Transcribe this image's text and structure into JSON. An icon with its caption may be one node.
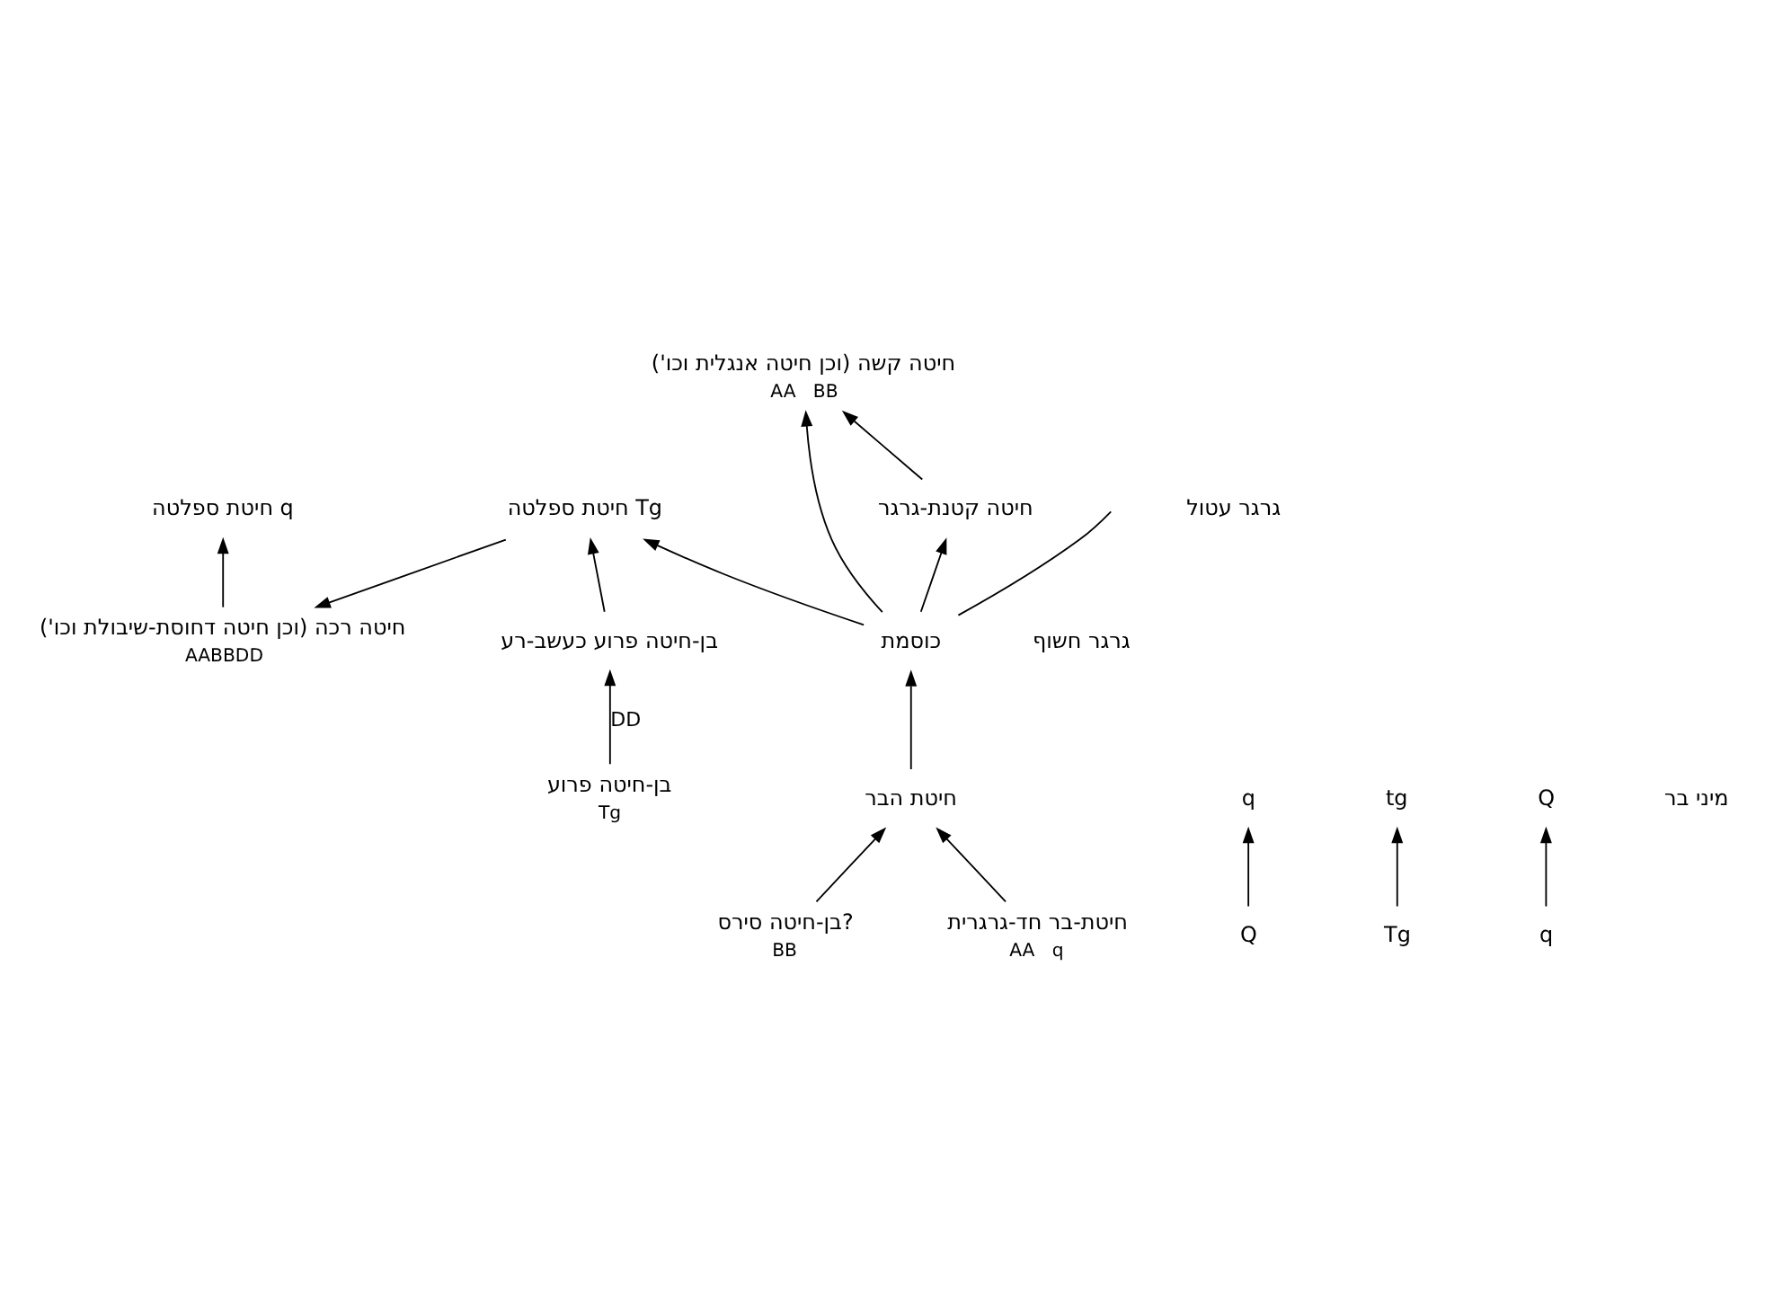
{
  "diagram": {
    "nodes": [
      {
        "text": [
          "חיטה רכה (וכן חיטה דחוסת-שיבולת וכו')"
        ],
        "beside": [
          "AABBDD"
        ]
      },
      {
        "text": [
          "חיטה קשה (וכן חיטה אנגלית וכו')"
        ],
        "beside": [
          "AA",
          "BB"
        ]
      },
      {
        "text": [
          "Q"
        ]
      },
      {
        "text": [
          "q"
        ]
      },
      {
        "text": [
          "tg"
        ]
      },
      {
        "text": [
          "Tg"
        ]
      },
      {
        "text": [
          "חיטה קטנת-גרגר"
        ]
      },
      {
        "text": [
          "Q"
        ]
      },
      {
        "text": [
          "q"
        ]
      },
      {
        "text": [
          "חיטת ספלטה q"
        ]
      },
      {
        "text": [
          "חיטת ספלטה Tg"
        ]
      },
      {
        "text": [
          "בן-חיטה פרוע כעשב-רע"
        ]
      },
      {
        "text": [
          "כוסמת"
        ]
      },
      {
        "text": [
          "בן-חיטה פרוע"
        ],
        "beside": [
          "Tg"
        ]
      },
      {
        "text": [
          "חיטת הבר"
        ]
      },
      {
        "text": [
          "בן-חיטה סירס?"
        ],
        "beside": [
          "BB"
        ]
      },
      {
        "text": [
          "חיטת-בר חד-גרגרית"
        ],
        "beside": [
          "AA",
          "q"
        ]
      }
    ],
    "edges": [
      {
        "from": 0,
        "to": 9,
        "arrow": "to"
      },
      {
        "from": 2,
        "to": 3,
        "arrow": "to"
      },
      {
        "from": 5,
        "to": 4,
        "arrow": "to"
      },
      {
        "from": 10,
        "to": 0,
        "arrow": "to"
      },
      {
        "from": 6,
        "to": 1,
        "arrow": "to"
      },
      {
        "from": 12,
        "to": 1,
        "arrow": "to"
      },
      {
        "from": 8,
        "to": 7,
        "arrow": "to"
      },
      {
        "from": 12,
        "to": 6,
        "arrow": "to"
      },
      {
        "from": 12,
        "to": null,
        "arrow": "none"
      },
      {
        "from": 11,
        "to": 10,
        "arrow": "to"
      },
      {
        "from": 12,
        "to": 10,
        "arrow": "to"
      },
      {
        "from": 13,
        "to": 11,
        "arrow": "to",
        "label": "DD"
      },
      {
        "from": 14,
        "to": 12,
        "arrow": "to"
      },
      {
        "from": 15,
        "to": 14,
        "arrow": "to"
      },
      {
        "from": 16,
        "to": 14,
        "arrow": "to"
      }
    ],
    "labels": [
      "גרגר חשוף",
      "גרגר עטול",
      "מיני בר"
    ]
  }
}
